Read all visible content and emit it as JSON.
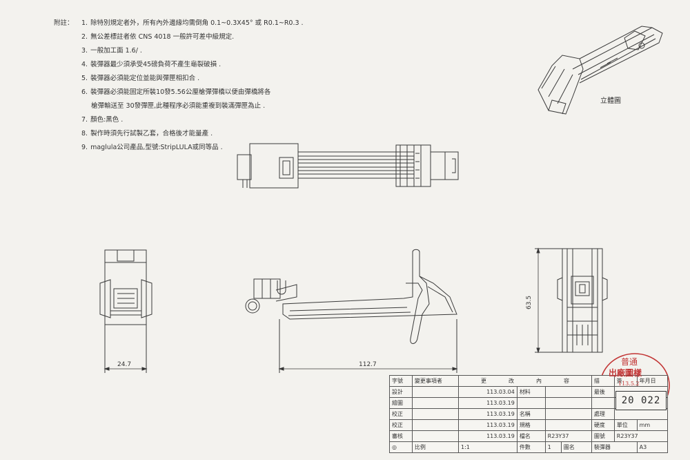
{
  "notes": {
    "heading": "附註：",
    "items": [
      {
        "no": "1.",
        "text": "除特別規定者外，所有內外邊緣均需倒角 0.1~0.3X45° 或 R0.1~R0.3 ."
      },
      {
        "no": "2.",
        "text": "無公差標註者依 CNS 4018 一般許可差中級規定."
      },
      {
        "no": "3.",
        "text": "一般加工面 1.6/ ."
      },
      {
        "no": "4.",
        "text": "裝彈器最少須承受45磅負荷不產生龜裂破損 ."
      },
      {
        "no": "5.",
        "text": "裝彈器必須能定位並能與彈匣相扣合 ."
      },
      {
        "no": "6.",
        "text": "裝彈器必須能固定所裝10發5.56公厘槍彈彈橋以便由彈橋將各",
        "cont": "槍彈輸送至 30發彈匣,此種程序必須能重複到裝滿彈匣為止 ."
      },
      {
        "no": "7.",
        "text": "顏色:黑色 ."
      },
      {
        "no": "8.",
        "text": "製作時須先行試製乙套，合格後才能量產 ."
      },
      {
        "no": "9.",
        "text": "maglula公司產品,型號:StripLULA或同等品 ."
      }
    ]
  },
  "iso_label": "立體圖",
  "dimensions": {
    "width_side": "24.7",
    "length": "112.7",
    "height": "63.5"
  },
  "title_block": {
    "rev_header": {
      "no": "字號",
      "change": "變更事項者",
      "content": "更　　　　改　　　　內　　　　容",
      "desc": "描",
      "sign": "簽",
      "date": "年月日"
    },
    "rows": [
      {
        "role": "設計",
        "date": "113.03.04",
        "label": "材料",
        "right_label": "最後"
      },
      {
        "role": "繪圖",
        "date": "113.03.19",
        "label": "",
        "right_label": ""
      },
      {
        "role": "校正",
        "date": "113.03.19",
        "label": "名稱",
        "right_label": "處理"
      },
      {
        "role": "校正",
        "date": "113.03.19",
        "label": "規格",
        "right_label": "硬度",
        "unit_label": "單位",
        "unit": "mm"
      },
      {
        "role": "審核",
        "date": "113.03.19",
        "label": "檔名",
        "value": "R23Y37",
        "label2": "圖號",
        "value2": "R23Y37"
      }
    ],
    "footer": {
      "scale_label": "比例",
      "scale": "1:1",
      "qty_label": "件數",
      "qty": "1",
      "name_label": "圖名",
      "name": "裝彈器",
      "size": "A3"
    }
  },
  "stamp": {
    "line1": "普通",
    "line2": "出廠圖樣",
    "date": "113.5.2",
    "number": "20 022"
  }
}
